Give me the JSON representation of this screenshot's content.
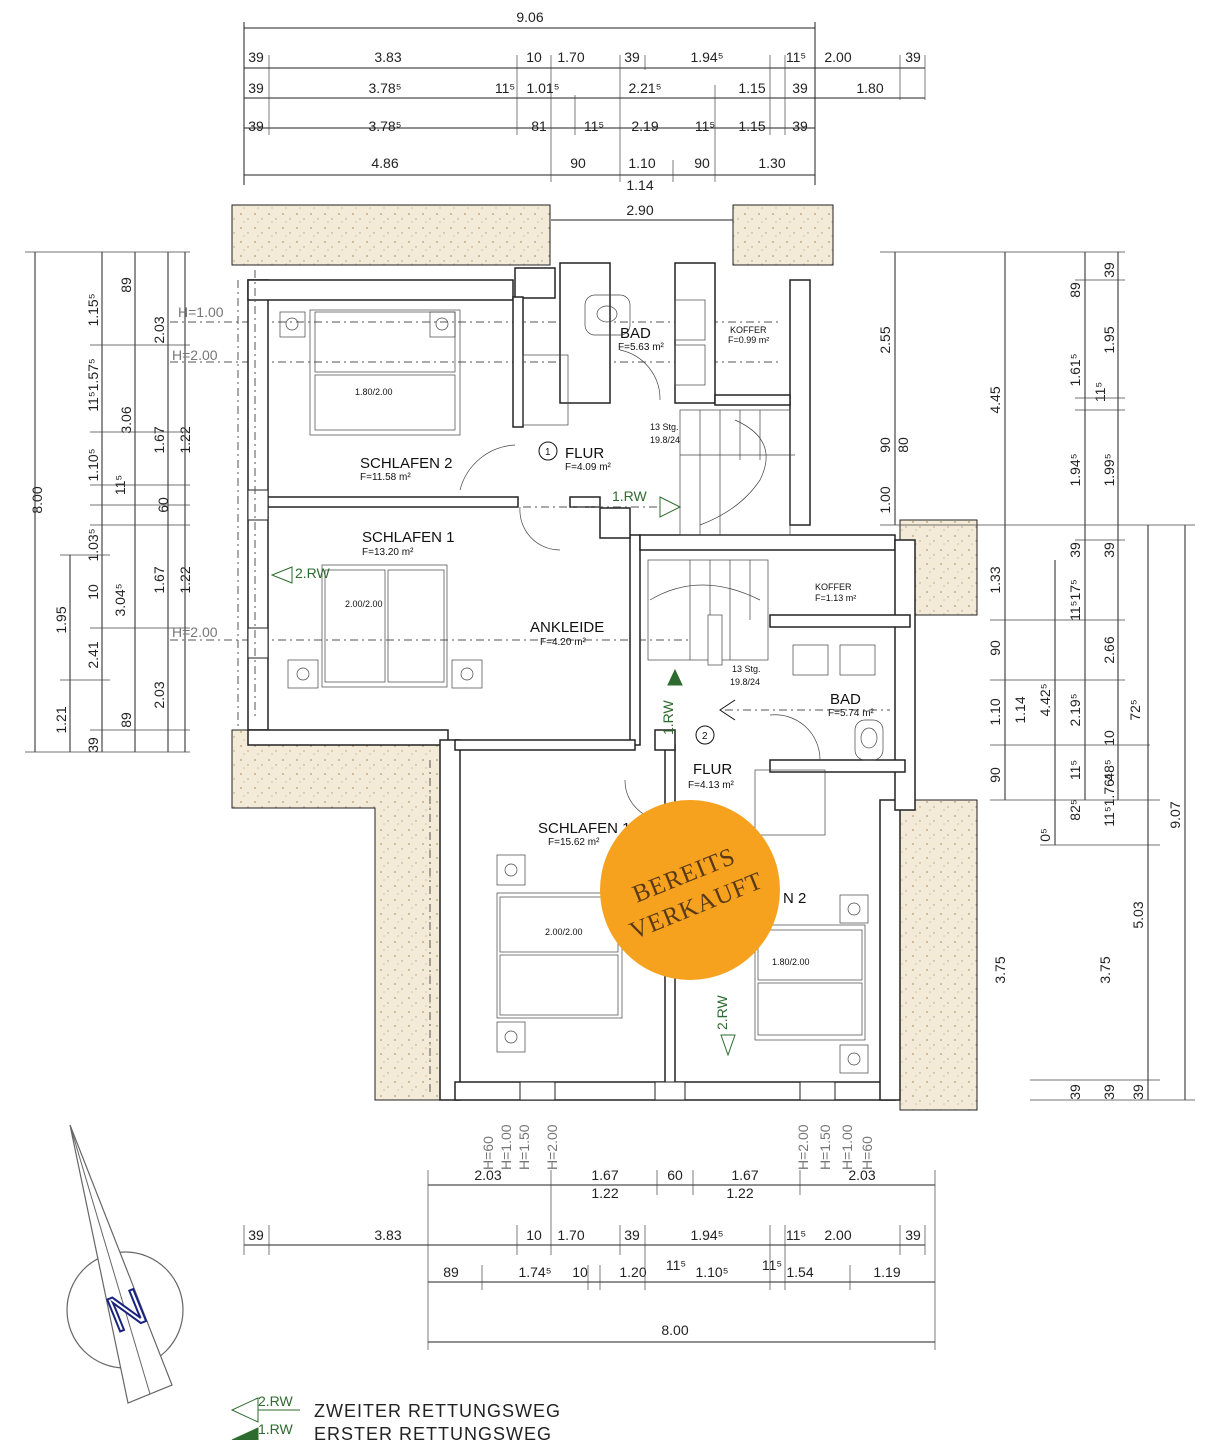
{
  "top_dims": {
    "total": "9.06",
    "row1": [
      "39",
      "3.83",
      "10",
      "1.70",
      "39",
      "1.94⁵",
      "11⁵",
      "2.00",
      "39"
    ],
    "row2": [
      "39",
      "3.78⁵",
      "11⁵",
      "1.01⁵",
      "2.21⁵",
      "1.15",
      "39",
      "1.80"
    ],
    "row3": [
      "39",
      "3.78⁵",
      "81",
      "11⁵",
      "2.19",
      "11⁵",
      "1.15",
      "39"
    ],
    "row4": [
      "4.86",
      "90",
      "1.10",
      "90",
      "1.30"
    ],
    "row5": "1.14",
    "gable": "2.90"
  },
  "left_dims": {
    "outer": "8.00",
    "col1": [
      "1.95",
      "1.21"
    ],
    "col2": [
      "2.41",
      "39"
    ],
    "col3": [
      "1.15⁵",
      "11⁵1.57⁵",
      "1.10⁵",
      "11⁵",
      "1.03⁵",
      "10",
      "3.04⁵"
    ],
    "col4": [
      "89",
      "3.06",
      "60",
      "89"
    ],
    "col5": [
      "2.03",
      "1.67",
      "60",
      "1.67",
      "2.03"
    ],
    "col6": [
      "1.22",
      "1.22"
    ]
  },
  "right_dims": {
    "a": [
      "2.55",
      "90",
      "80",
      "1.00"
    ],
    "b": "4.45",
    "c": [
      "39",
      "89",
      "1.61⁵",
      "11⁵",
      "1.95",
      "1.94⁵",
      "1.99⁵",
      "39",
      "39"
    ],
    "d": [
      "1.33",
      "90",
      "1.10",
      "90"
    ],
    "e": [
      "1.14",
      "4.42⁵",
      "2.19⁵",
      "11⁵",
      "0⁵",
      "82⁵",
      "11⁵1.76⁵",
      "10",
      "48⁵",
      "72⁵",
      "11⁵17⁵"
    ],
    "f": [
      "2.66",
      "9.07",
      "5.03",
      "3.75",
      "3.75"
    ],
    "g": [
      "39",
      "39",
      "39"
    ]
  },
  "bottom_dims": {
    "row1": [
      "2.03",
      "1.67",
      "60",
      "1.67",
      "2.03"
    ],
    "row1b": [
      "1.22",
      "1.22"
    ],
    "row2": [
      "39",
      "3.83",
      "10",
      "1.70",
      "39",
      "1.94⁵",
      "11⁵",
      "2.00",
      "39"
    ],
    "row3": [
      "89",
      "1.74⁵",
      "10",
      "1.20",
      "11⁵",
      "1.10⁵",
      "11⁵",
      "1.54",
      "1.19"
    ],
    "total": "8.00"
  },
  "heights": {
    "left_top": [
      "H=1.00",
      "H=2.00"
    ],
    "left_mid": "H=2.00",
    "bottom_left": [
      "H=60",
      "H=1.00",
      "H=1.50",
      "H=2.00"
    ],
    "bottom_right": [
      "H=2.00",
      "H=1.50",
      "H=1.00",
      "H=60"
    ]
  },
  "rooms": {
    "schlafen2_top": {
      "name": "SCHLAFEN 2",
      "area": "F=11.58 m²",
      "bed": "1.80/2.00"
    },
    "schlafen1_top": {
      "name": "SCHLAFEN 1",
      "area": "F=13.20 m²",
      "bed": "2.00/2.00"
    },
    "bad_top": {
      "name": "BAD",
      "area": "F=5.63 m²"
    },
    "koffer_top": {
      "name": "KOFFER",
      "area": "F=0.99 m²"
    },
    "flur1": {
      "num": "1",
      "name": "FLUR",
      "area": "F=4.09 m²"
    },
    "stairs1": {
      "steps": "13 Stg.",
      "ratio": "19.8/24"
    },
    "ankleide": {
      "name": "ANKLEIDE",
      "area": "F=4.20 m²"
    },
    "koffer_bottom": {
      "name": "KOFFER",
      "area": "F=1.13 m²"
    },
    "stairs2": {
      "steps": "13 Stg.",
      "ratio": "19.8/24"
    },
    "bad_bottom": {
      "name": "BAD",
      "area": "F=5.74 m²"
    },
    "flur2": {
      "num": "2",
      "name": "FLUR",
      "area": "F=4.13 m²"
    },
    "schlafen1_bottom": {
      "name": "SCHLAFEN 1",
      "area": "F=15.62 m²",
      "bed": "2.00/2.00"
    },
    "schlafen2_bottom": {
      "name": "N 2",
      "bed": "1.80/2.00"
    }
  },
  "escape": {
    "rw1_label": "1.RW",
    "rw2_label": "2.RW"
  },
  "stamp": {
    "line1": "BEREITS",
    "line2": "VERKAUFT",
    "color": "#f6a21e"
  },
  "north": {
    "letter": "N"
  },
  "legend": [
    {
      "code": "2.RW",
      "text": "ZWEITER RETTUNGSWEG"
    },
    {
      "code": "1.RW",
      "text": "ERSTER RETTUNGSWEG"
    }
  ],
  "colors": {
    "exterior": "#f3ead8",
    "escape": "#2e6b2e",
    "stamp": "#f6a21e"
  }
}
